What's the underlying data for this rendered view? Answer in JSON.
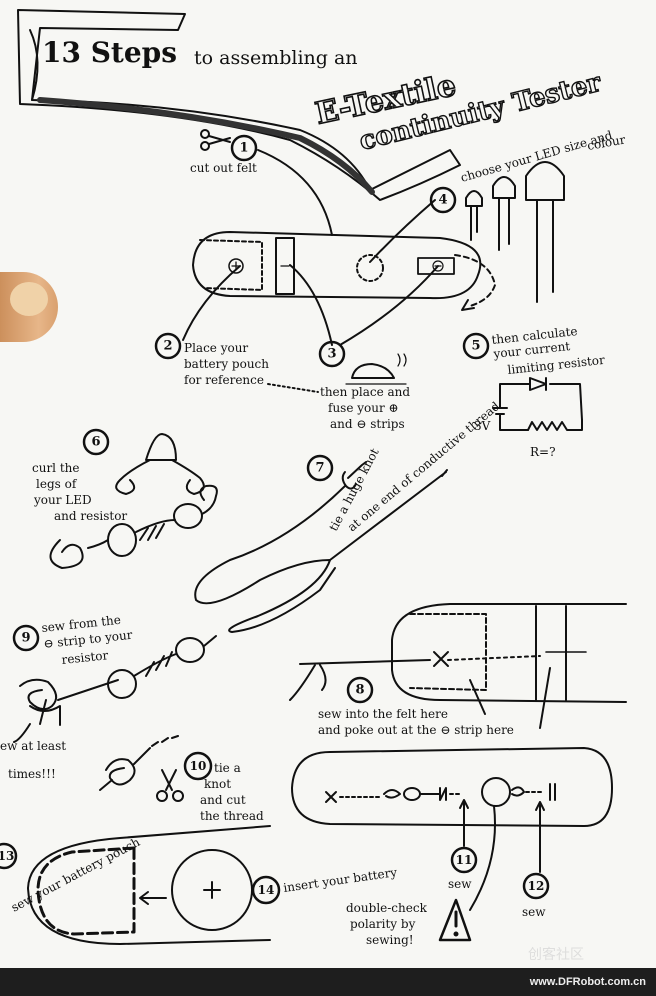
{
  "title": {
    "main_a": "13 Steps",
    "main_b": "to assembling an",
    "line1": "E-Textile",
    "line2": "continuity Tester"
  },
  "steps": [
    {
      "n": "1",
      "text": [
        "cut out felt"
      ]
    },
    {
      "n": "2",
      "text": [
        "Place your",
        "battery pouch",
        "for reference"
      ]
    },
    {
      "n": "3",
      "text": [
        "then place and",
        "fuse your ⊕",
        "and ⊖ strips"
      ]
    },
    {
      "n": "4",
      "text": [
        "choose your LED size and",
        "colour"
      ]
    },
    {
      "n": "5",
      "text": [
        "then calculate",
        "your current",
        "limiting resistor"
      ]
    },
    {
      "n": "6",
      "text": [
        "curl the",
        "legs of",
        "your LED",
        "and resistor"
      ]
    },
    {
      "n": "7",
      "text": [
        "tie a huge knot",
        "at one end of conductive thread"
      ]
    },
    {
      "n": "8",
      "text": [
        "sew into the felt here",
        "and poke out at the ⊖ strip here"
      ]
    },
    {
      "n": "9",
      "text": [
        "sew from the",
        "⊖ strip to your",
        "resistor"
      ]
    },
    {
      "n": "10",
      "text": [
        "tie a",
        "knot",
        "and cut",
        "the thread"
      ]
    },
    {
      "n": "11",
      "text": [
        "sew"
      ]
    },
    {
      "n": "12",
      "text": [
        "sew"
      ]
    },
    {
      "n": "13",
      "text": [
        "sew your battery pouch"
      ]
    },
    {
      "n": "14",
      "text": [
        "insert your battery"
      ]
    }
  ],
  "circuit": {
    "voltage": "3V",
    "question": "R=?"
  },
  "notes": {
    "sew_times": [
      "ew at least",
      "times!!!"
    ],
    "warning": [
      "double-check",
      "polarity by",
      "sewing!"
    ]
  },
  "watermark": {
    "url": "www.DFRobot.com.cn",
    "cn": "创客社区"
  }
}
